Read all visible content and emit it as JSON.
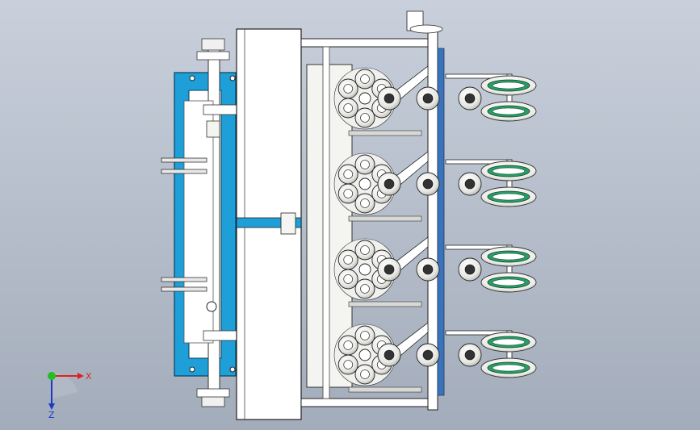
{
  "viewport": {
    "background_top": "#c9d0dc",
    "background_bottom": "#a3acba"
  },
  "model": {
    "frame_color": "#ffffff",
    "accent_color": "#1e9fd8",
    "wheel_tread_color": "#2a9c66",
    "rollers_per_cluster": 6,
    "row_units": 4
  },
  "triad": {
    "x_label": "X",
    "z_label": "Z",
    "x_color": "#e02020",
    "z_color": "#1d38c8",
    "y_color": "#18b818",
    "origin_color": "#20c020"
  }
}
